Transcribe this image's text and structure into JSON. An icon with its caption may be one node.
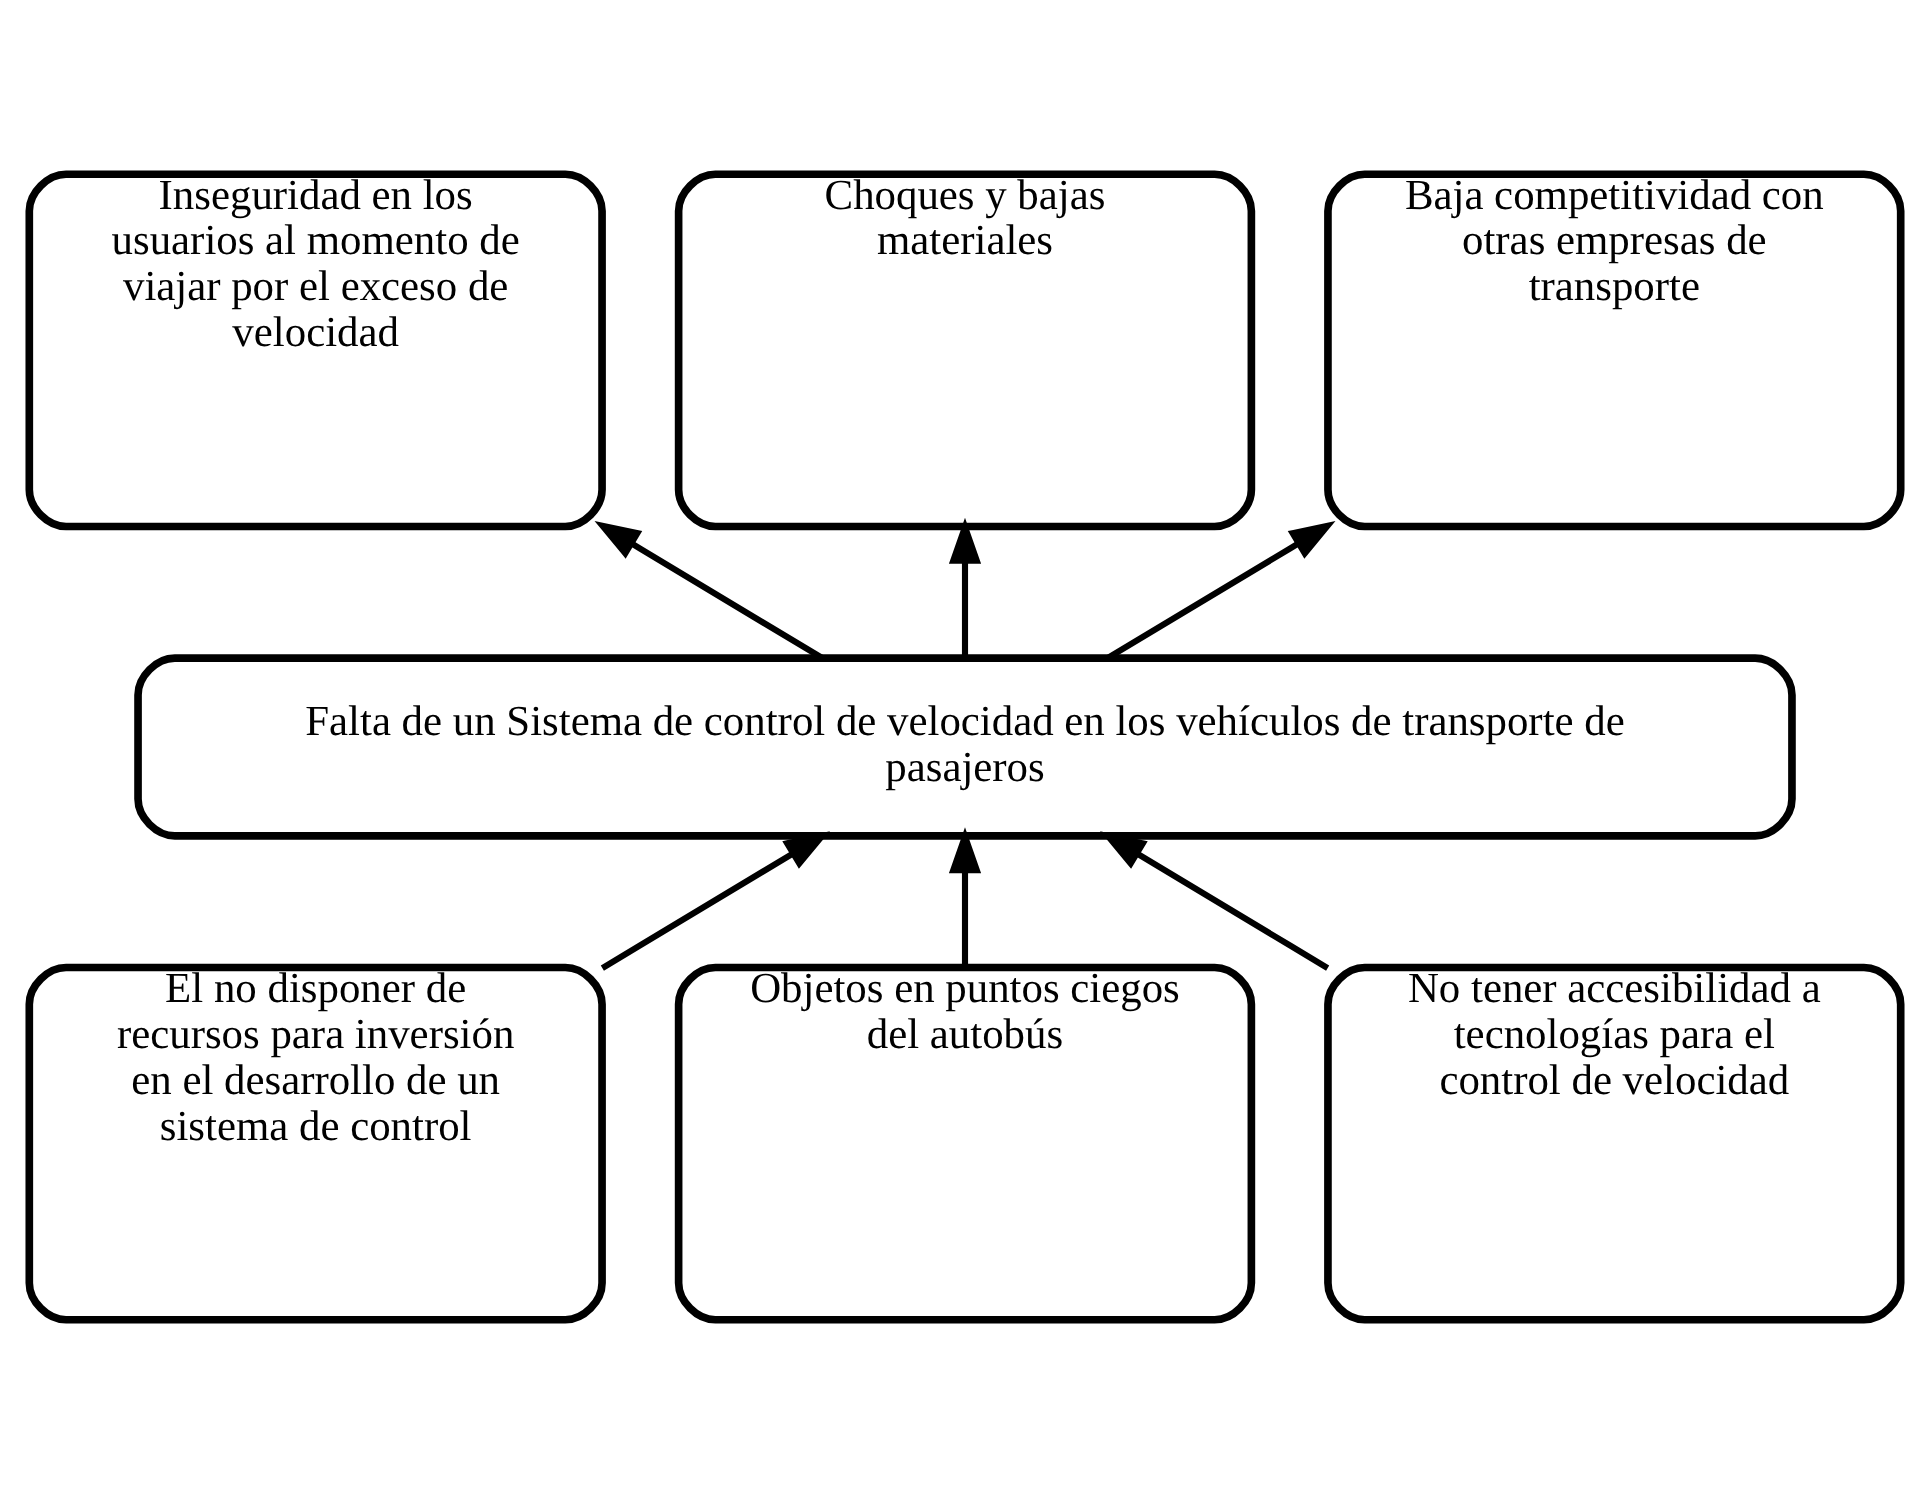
{
  "diagram": {
    "nodes": [
      {
        "text": [
          "Inseguridad en los usuarios al momento de viajar por el exceso de velocidad"
        ]
      },
      {
        "text": [
          "Choques y bajas materiales"
        ]
      },
      {
        "text": [
          "Baja competitividad con otras empresas de transporte"
        ]
      },
      {
        "text": [
          "Falta de un Sistema de control de velocidad en los vehículos de transporte de pasajeros"
        ]
      },
      {
        "text": [
          "El no disponer de recursos para inversión en el desarrollo de un sistema de control"
        ]
      },
      {
        "text": [
          "Objetos en puntos ciegos del autobús"
        ]
      },
      {
        "text": [
          "No tener accesibilidad a tecnologías para el control de velocidad"
        ]
      }
    ],
    "edges": [
      {
        "from": 3,
        "to": 0,
        "arrow": "to"
      },
      {
        "from": 3,
        "to": 1,
        "arrow": "to"
      },
      {
        "from": 3,
        "to": 2,
        "arrow": "to"
      },
      {
        "from": 4,
        "to": 3,
        "arrow": "to"
      },
      {
        "from": 5,
        "to": 3,
        "arrow": "to"
      },
      {
        "from": 6,
        "to": 3,
        "arrow": "to"
      }
    ]
  }
}
